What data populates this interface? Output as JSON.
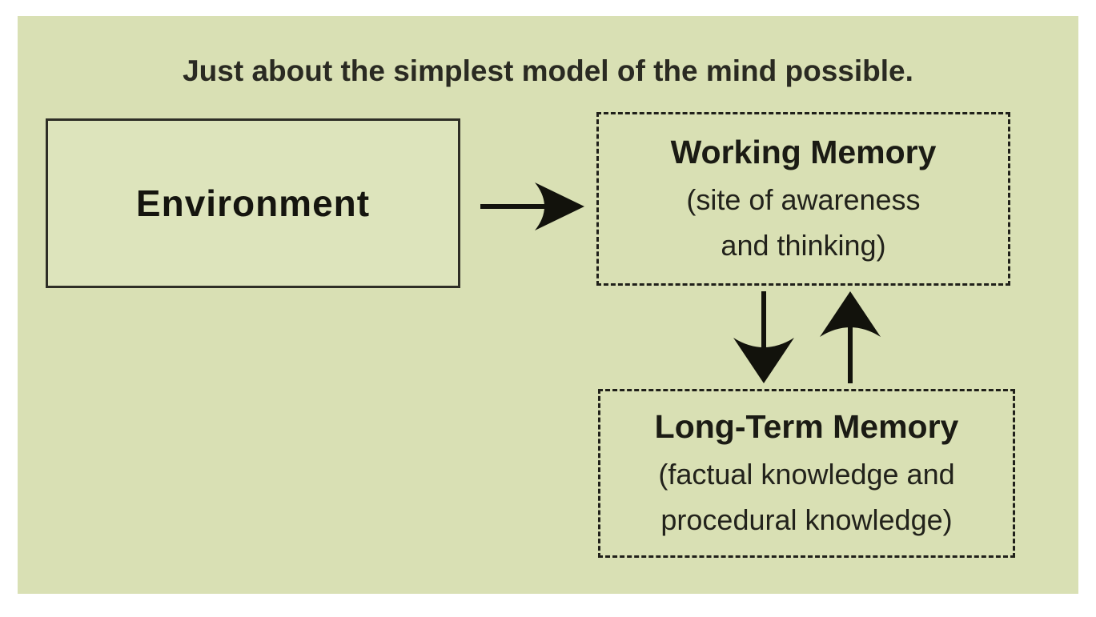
{
  "figure": {
    "caption": "Just about the simplest model of the mind possible.",
    "background_color": "#d9e0b4",
    "ink_color": "#1b1b14",
    "solid_border_color": "#2e2e26",
    "dashed_border_color": "#20201a"
  },
  "nodes": {
    "environment": {
      "label": "Environment"
    },
    "working_memory": {
      "title": "Working Memory",
      "line1": "(site of awareness",
      "line2": "and thinking)"
    },
    "long_term_memory": {
      "title": "Long-Term Memory",
      "line1": "(factual knowledge and",
      "line2": "procedural knowledge)"
    }
  },
  "arrows": {
    "env_to_wm": "right-arrow",
    "wm_to_ltm": "down-arrow",
    "ltm_to_wm": "up-arrow"
  }
}
